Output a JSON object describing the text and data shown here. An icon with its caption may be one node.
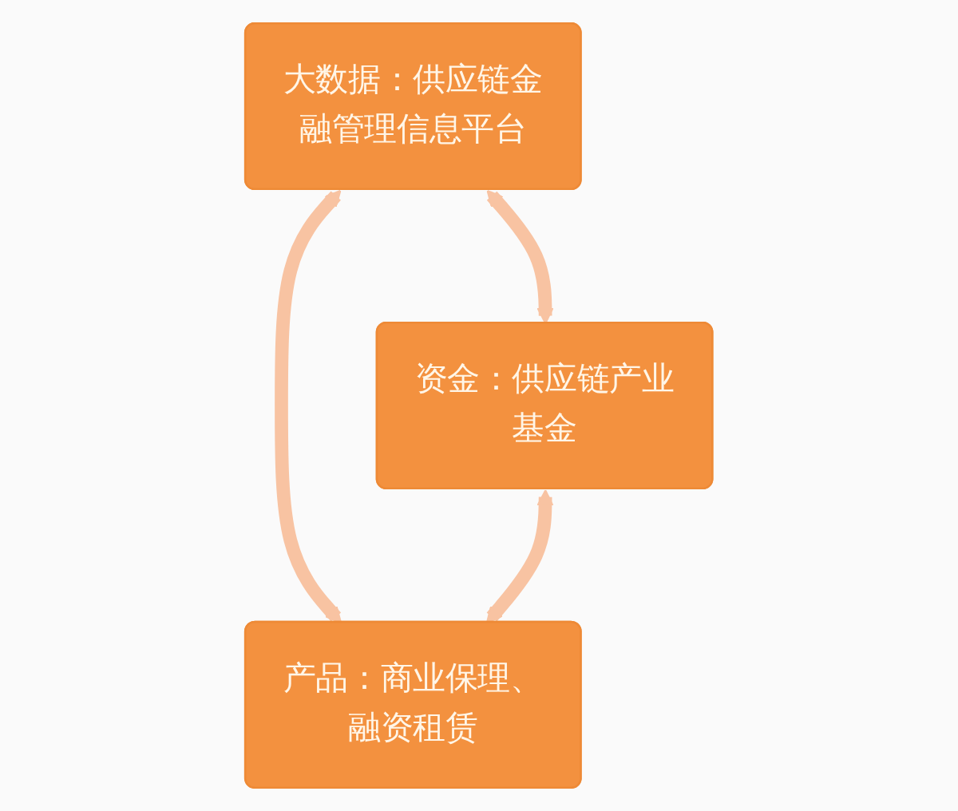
{
  "diagram": {
    "nodes": [
      {
        "text": [
          "大数据：供应链金融管理信息平台"
        ]
      },
      {
        "text": [
          "资金：供应链产业基金"
        ]
      },
      {
        "text": [
          "产品：商业保理、融资租赁"
        ]
      }
    ],
    "edges": [
      {
        "from": 0,
        "to": 1,
        "arrow": "both"
      },
      {
        "from": 0,
        "to": 2,
        "arrow": "both"
      },
      {
        "from": 1,
        "to": 2,
        "arrow": "both"
      }
    ]
  }
}
